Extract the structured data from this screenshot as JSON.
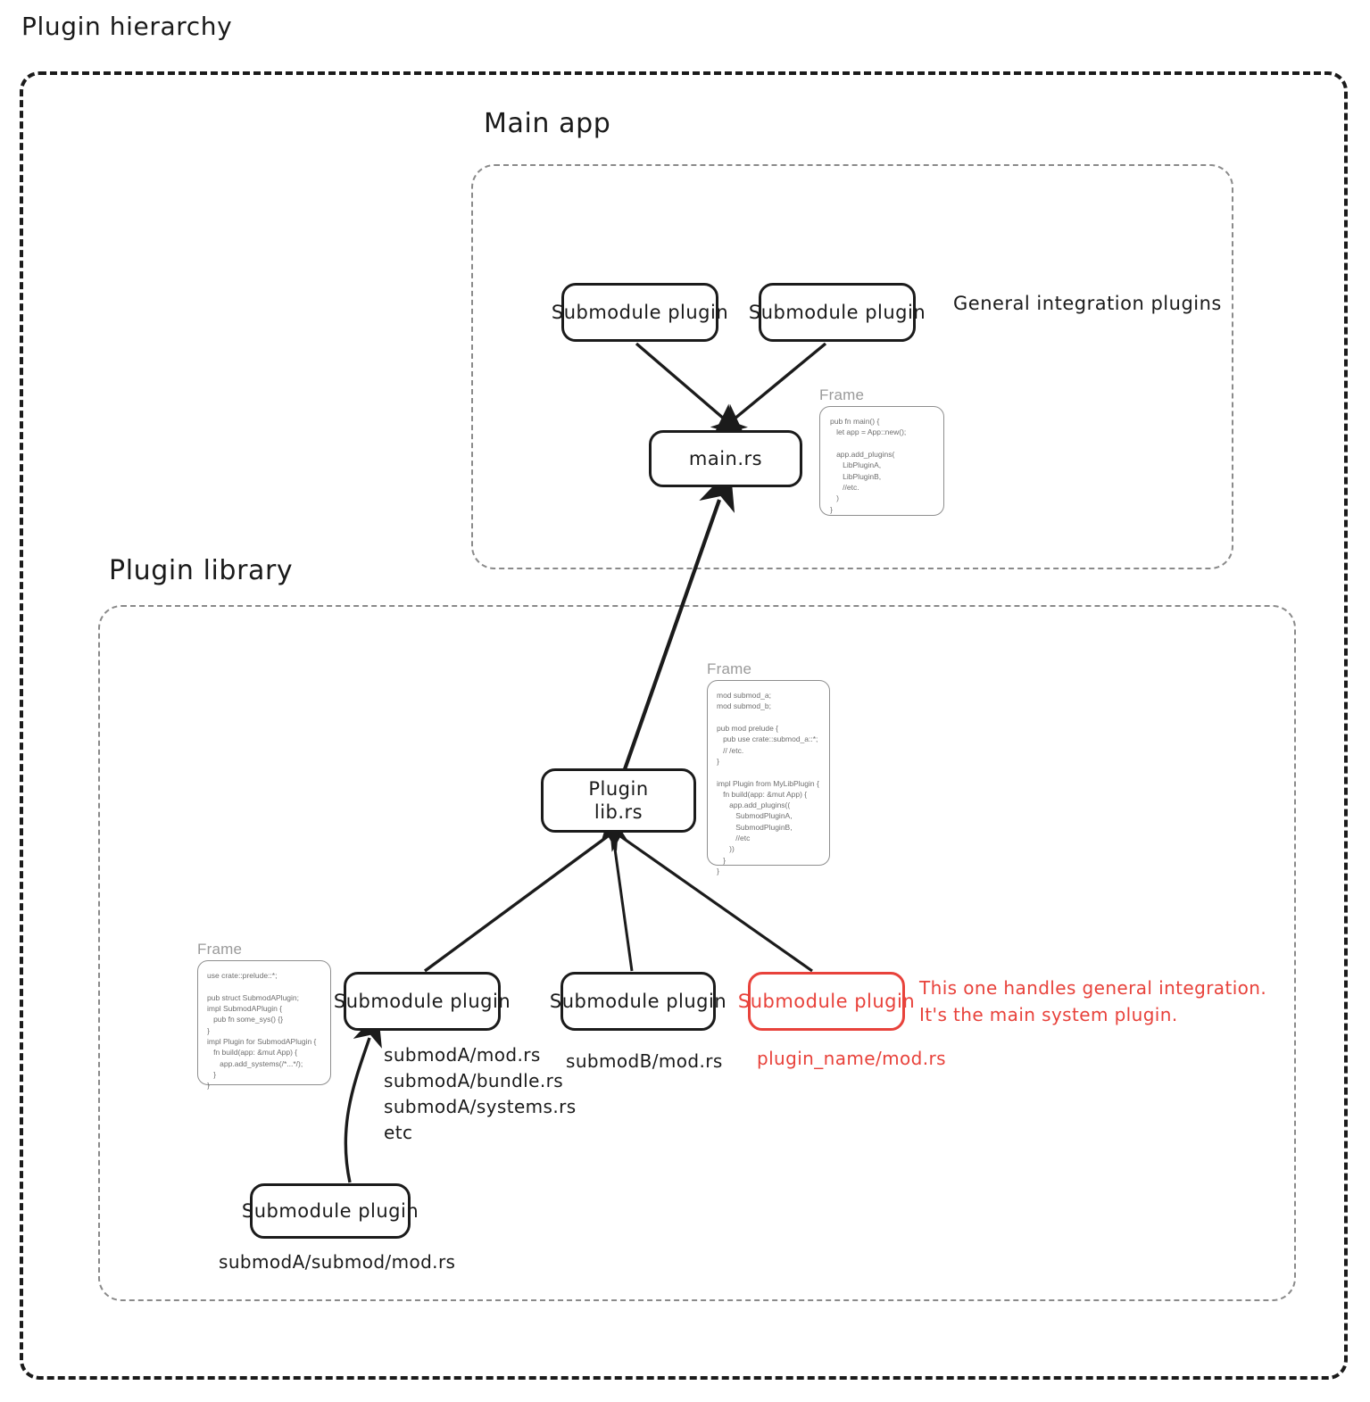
{
  "page": {
    "title": "Plugin hierarchy"
  },
  "containers": {
    "main_app": {
      "title": "Main app"
    },
    "plugin_library": {
      "title": "Plugin library"
    }
  },
  "main_app": {
    "nodes": [
      {
        "id": "sub-plugin-1",
        "label": "Submodule plugin"
      },
      {
        "id": "sub-plugin-2",
        "label": "Submodule plugin"
      },
      {
        "id": "main-rs",
        "label": "main.rs"
      }
    ],
    "side_label": "General integration plugins",
    "frame": {
      "label": "Frame",
      "code": "pub fn main() {\n   let app = App::new();\n\n   app.add_plugins(\n      LibPluginA,\n      LibPluginB,\n      //etc.\n   )\n}"
    }
  },
  "plugin_library": {
    "lib_node": {
      "line1": "Plugin",
      "line2": "lib.rs"
    },
    "frame_lib": {
      "label": "Frame",
      "code": "mod submod_a;\nmod submod_b;\n\npub mod prelude {\n   pub use crate::submod_a::*;\n   // /etc.\n}\n\nimpl Plugin from MyLibPlugin {\n   fn build(app: &mut App) {\n      app.add_plugins((\n         SubmodPluginA,\n         SubmodPluginB,\n         //etc\n      ))\n   }\n}"
    },
    "frame_submod": {
      "label": "Frame",
      "code": "use crate::prelude::*;\n\npub struct SubmodAPlugin;\nimpl SubmodAPlugin {\n   pub fn some_sys() {}\n}\nimpl Plugin for SubmodAPlugin {\n   fn build(app: &mut App) {\n      app.add_systems(/*...*/);\n   }\n}"
    },
    "nodes": [
      {
        "id": "submod-a",
        "label": "Submodule plugin",
        "paths": "submodA/mod.rs\nsubmodA/bundle.rs\nsubmodA/systems.rs\netc"
      },
      {
        "id": "submod-b",
        "label": "Submodule plugin",
        "paths": "submodB/mod.rs"
      },
      {
        "id": "submod-main",
        "label": "Submodule plugin",
        "paths": "plugin_name/mod.rs"
      },
      {
        "id": "submod-a-child",
        "label": "Submodule plugin",
        "paths": "submodA/submod/mod.rs"
      }
    ],
    "annotation": "This one handles general integration.\nIt's the main system plugin."
  },
  "colors": {
    "ink": "#1a1a1a",
    "accent_red": "#e8423b",
    "frame_gray": "#6e6e6e",
    "dash_gray": "#8a8a8a"
  }
}
